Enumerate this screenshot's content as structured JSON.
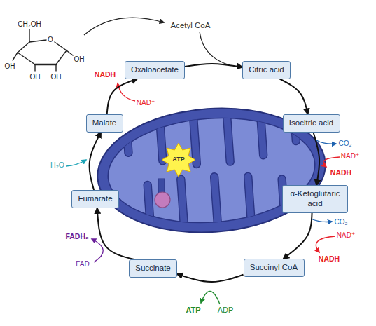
{
  "diagram": {
    "nodes": [
      {
        "text": [
          "Oxaloacetate"
        ]
      },
      {
        "text": [
          "Citric acid"
        ]
      },
      {
        "text": [
          "Isocitric acid"
        ]
      },
      {
        "text": [
          "α-Ketoglutaric acid"
        ]
      },
      {
        "text": [
          "Succinyl CoA"
        ]
      },
      {
        "text": [
          "Succinate"
        ]
      },
      {
        "text": [
          "Fumarate"
        ]
      },
      {
        "text": [
          "Malate"
        ]
      }
    ],
    "edges": [
      {
        "from": 0,
        "to": 1,
        "arrow": "to"
      },
      {
        "from": 1,
        "to": 2,
        "arrow": "to"
      },
      {
        "from": 2,
        "to": 3,
        "arrow": "to"
      },
      {
        "from": 3,
        "to": 4,
        "arrow": "to"
      },
      {
        "from": 4,
        "to": 5,
        "arrow": "to"
      },
      {
        "from": 5,
        "to": 6,
        "arrow": "to"
      },
      {
        "from": 6,
        "to": 7,
        "arrow": "to"
      },
      {
        "from": 7,
        "to": 0,
        "arrow": "to"
      }
    ],
    "labels": [
      "CH₂OH",
      "O",
      "OH",
      "OH",
      "OH",
      "OH",
      "Acetyl CoA",
      "NADH",
      "NAD⁺",
      "CO₂",
      "NAD⁺",
      "NADH",
      "ATP",
      "H₂O",
      "CO₂",
      "NAD⁺",
      "NADH",
      "FADH₂",
      "FAD",
      "ATP",
      "ADP"
    ]
  }
}
